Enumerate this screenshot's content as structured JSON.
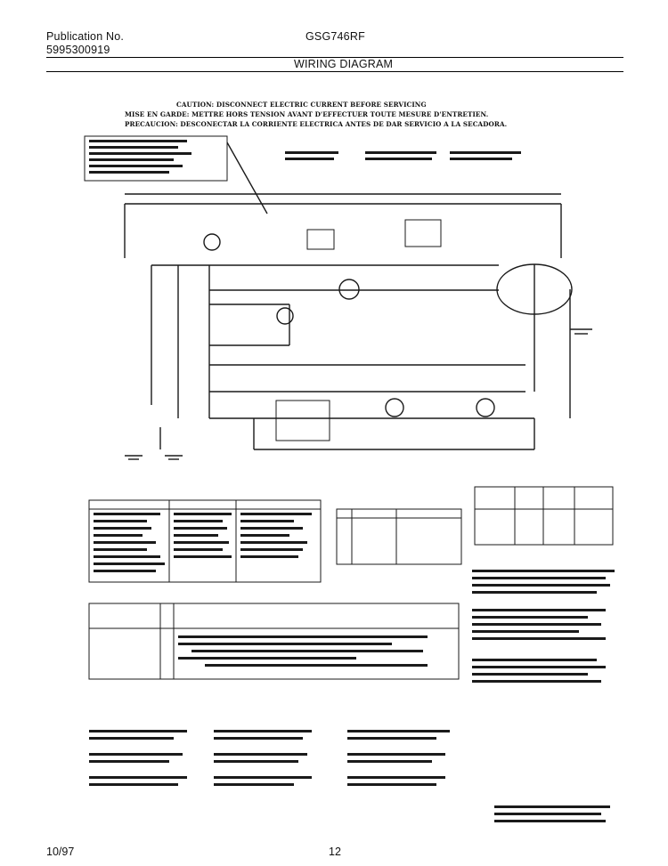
{
  "header": {
    "publication_label": "Publication No.",
    "publication_number": "5995300919",
    "model": "GSG746RF",
    "title": "WIRING DIAGRAM"
  },
  "caution": {
    "en": "CAUTION: DISCONNECT ELECTRIC CURRENT BEFORE SERVICING",
    "fr": "MISE EN GARDE: METTRE HORS TENSION AVANT D'EFFECTUER TOUTE MESURE D'ENTRETIEN.",
    "es": "PRECAUCION: DESCONECTAR LA CORRIENTE ELECTRICA ANTES DE DAR SERVICIO A LA SECADORA."
  },
  "footer": {
    "date": "10/97",
    "page": "12"
  },
  "colors": {
    "ink": "#1a1a1a",
    "paper": "#ffffff"
  }
}
